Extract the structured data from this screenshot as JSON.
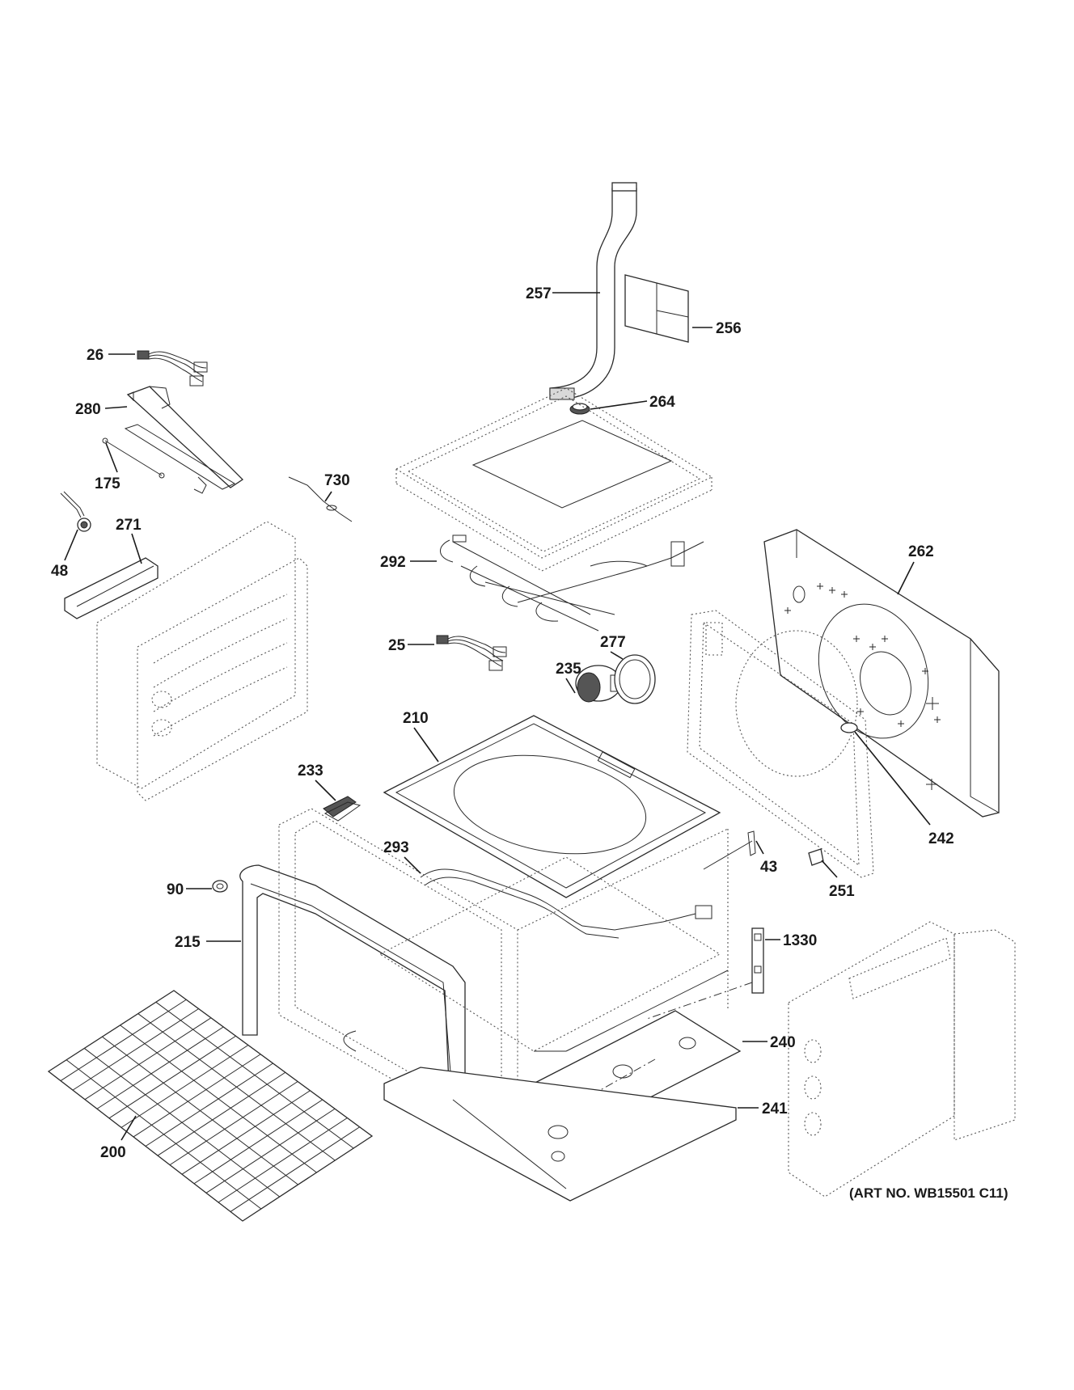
{
  "callouts": {
    "c257": "257",
    "c256": "256",
    "c26": "26",
    "c280": "280",
    "c264": "264",
    "c175": "175",
    "c730": "730",
    "c271": "271",
    "c48": "48",
    "c292": "292",
    "c262": "262",
    "c25": "25",
    "c277": "277",
    "c235": "235",
    "c210": "210",
    "c233": "233",
    "c242": "242",
    "c293": "293",
    "c43": "43",
    "c90": "90",
    "c251": "251",
    "c215": "215",
    "c1330": "1330",
    "c240": "240",
    "c241": "241",
    "c200": "200"
  },
  "art_number": "(ART NO. WB15501 C11)"
}
